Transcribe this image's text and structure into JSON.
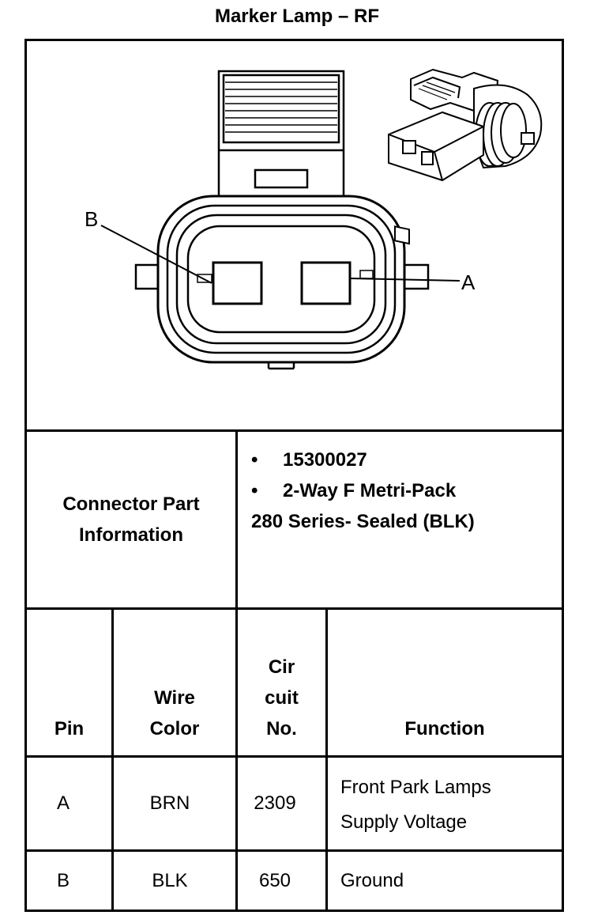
{
  "title": "Marker Lamp – RF",
  "diagram": {
    "callouts": [
      "B",
      "A"
    ],
    "icons": [
      "connector-face-icon",
      "connector-3d-icon"
    ]
  },
  "connector_info": {
    "label": "Connector Part Information",
    "label_lines": [
      "Connector Part",
      "Information"
    ],
    "bullets": [
      "15300027",
      "2-Way F Metri-Pack"
    ],
    "continuation": "280 Series- Sealed (BLK)"
  },
  "table": {
    "headers": {
      "pin": "Pin",
      "wire_color": [
        "Wire",
        "Color"
      ],
      "circuit": [
        "Cir",
        "cuit",
        "No."
      ],
      "function": "Function"
    },
    "rows": [
      {
        "pin": "A",
        "wire_color": "BRN",
        "circuit": "2309",
        "function_lines": [
          "Front Park Lamps",
          "Supply Voltage"
        ]
      },
      {
        "pin": "B",
        "wire_color": "BLK",
        "circuit": "650",
        "function_lines": [
          "Ground"
        ]
      }
    ]
  }
}
